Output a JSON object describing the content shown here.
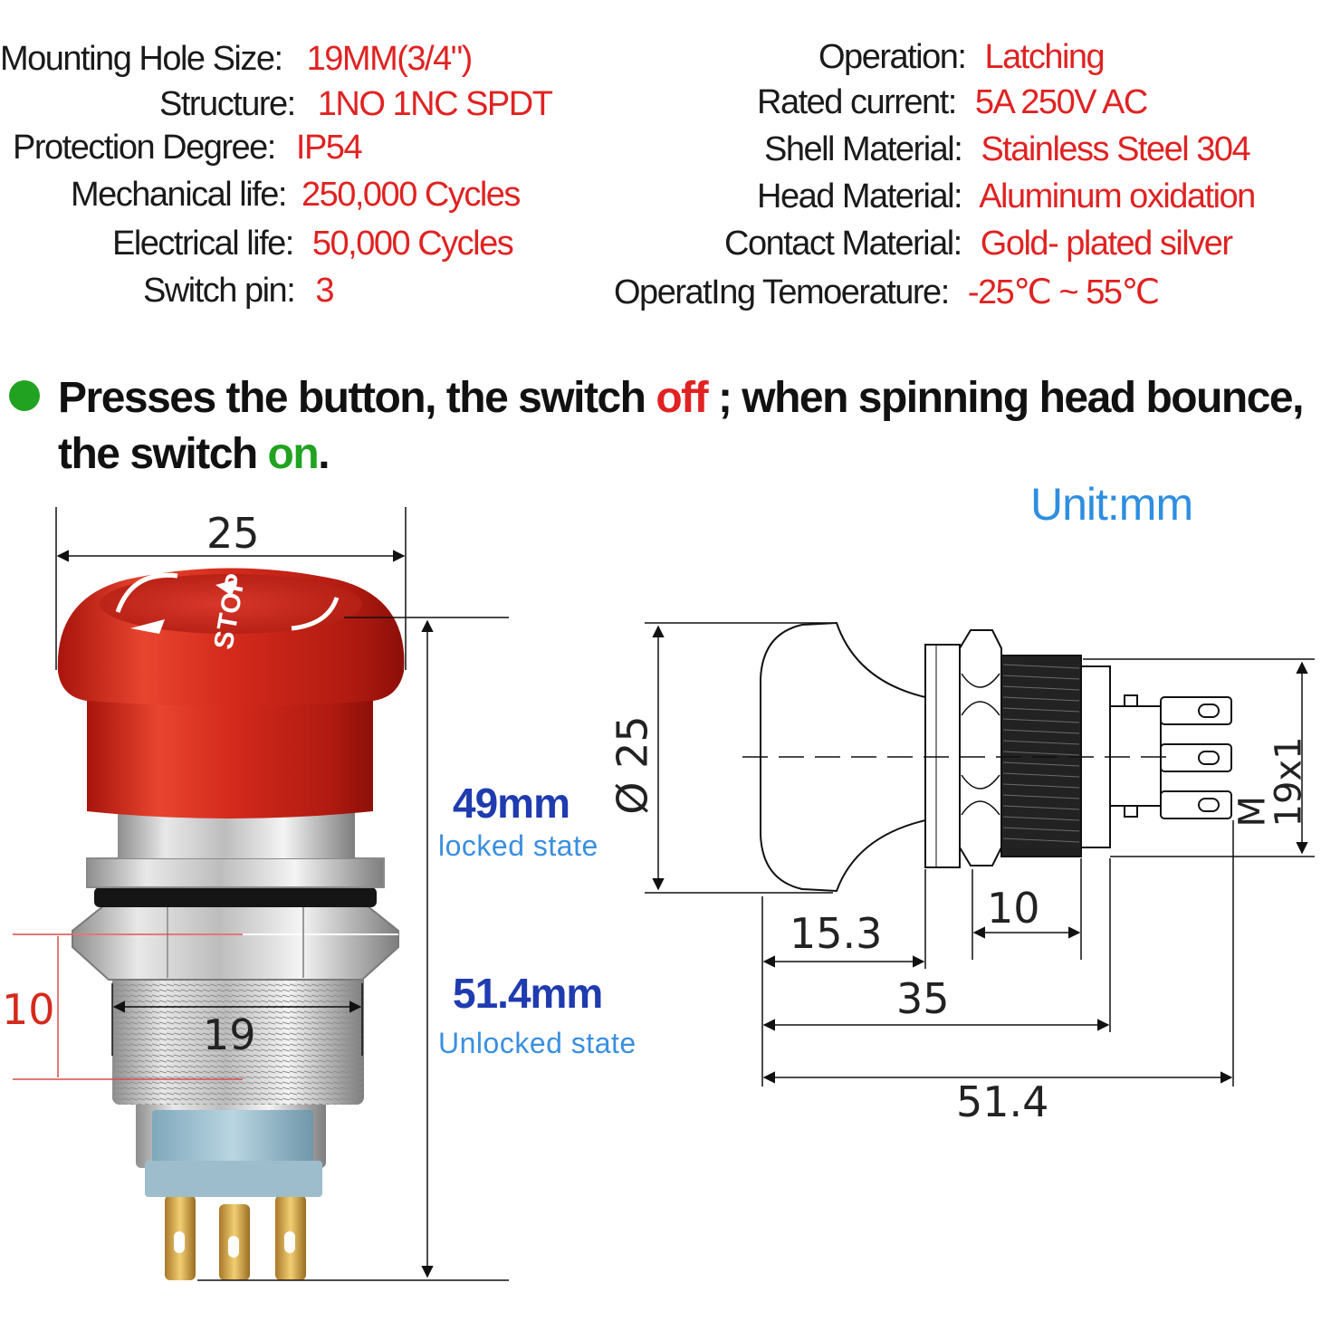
{
  "specs_left": [
    {
      "label": "Mounting Hole  Size:",
      "value": "19MM(3/4\")"
    },
    {
      "label": "Structure:",
      "value": "1NO  1NC SPDT"
    },
    {
      "label": "Protection  Degree:",
      "value": "IP54"
    },
    {
      "label": "Mechanical life:",
      "value": "250,000 Cycles"
    },
    {
      "label": "Electrical life:",
      "value": "50,000 Cycles"
    },
    {
      "label": "Switch pin:",
      "value": "3"
    }
  ],
  "specs_right": [
    {
      "label": "Operation:",
      "value": "Latching"
    },
    {
      "label": "Rated  current:",
      "value": "5A 250V AC"
    },
    {
      "label": "Shell Material:",
      "value": "Stainless Steel 304"
    },
    {
      "label": "Head Material:",
      "value": "Aluminum oxidation"
    },
    {
      "label": "Contact Material:",
      "value": "Gold- plated silver"
    },
    {
      "label": "OperatIng Temoerature:",
      "value": "-25℃ ~ 55℃"
    }
  ],
  "note": {
    "part1": "Presses the button, the switch ",
    "off": "off",
    "part2": " ;  when spinning head bounce,",
    "part3": "the switch ",
    "on": "on",
    "part4": "."
  },
  "unit_label": "Unit:mm",
  "photo": {
    "head_text": "STOP",
    "dim_width": "25",
    "dim_thread_height": "10",
    "dim_thread": "19",
    "locked_length": "49mm",
    "locked_label": "locked state",
    "unlocked_length": "51.4mm",
    "unlocked_label": "Unlocked state"
  },
  "drawing": {
    "dia_label": "Ø 25",
    "thread_label": "M 19x1",
    "dim_10": "10",
    "dim_15_3": "15.3",
    "dim_35": "35",
    "dim_51_4": "51.4"
  },
  "colors": {
    "spec_value": "#e02222",
    "bullet": "#21a321",
    "unit": "#2e8ee0",
    "length_value": "#1f3bb0",
    "button_red": "#d42a1c"
  }
}
